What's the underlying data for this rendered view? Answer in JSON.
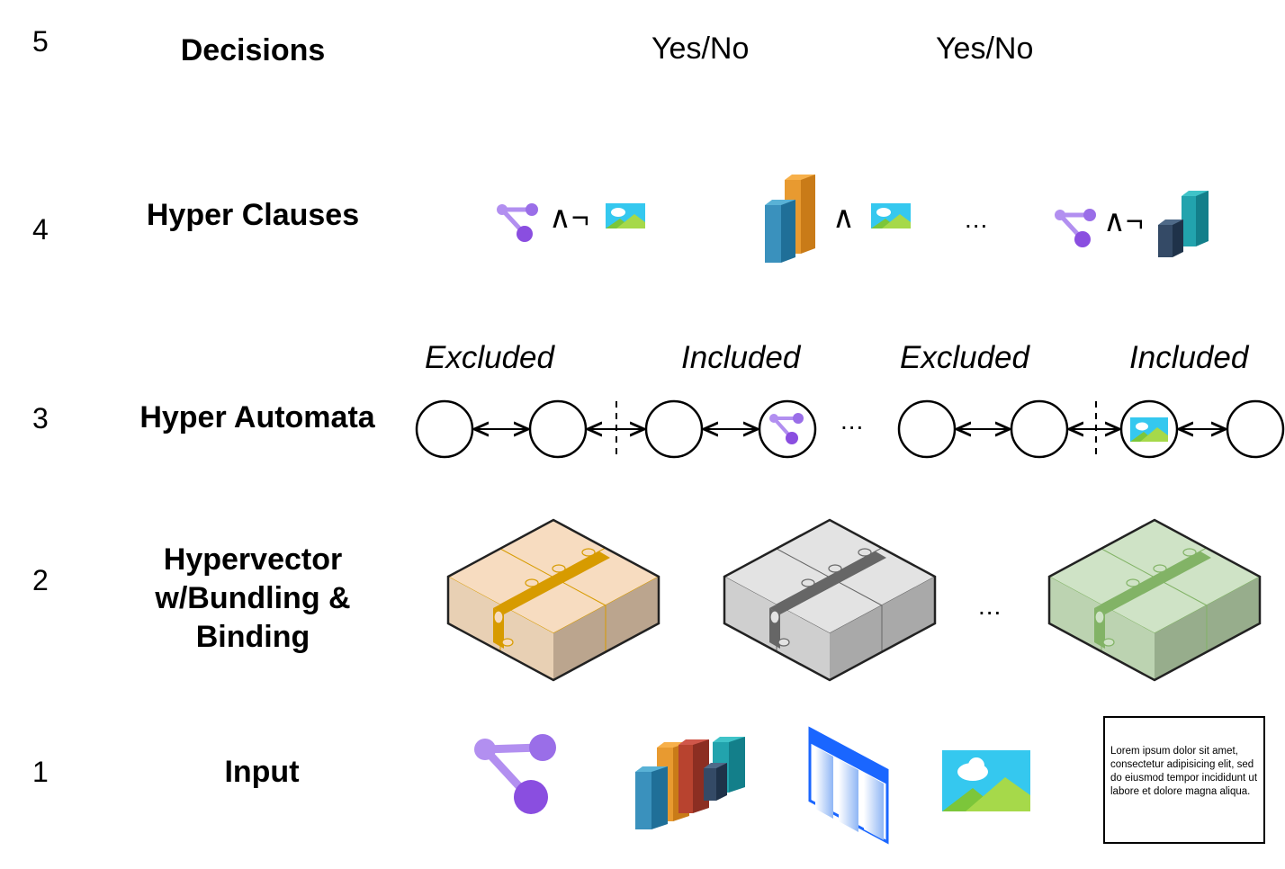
{
  "rows": [
    {
      "number": "5",
      "label": "Decisions"
    },
    {
      "number": "4",
      "label": "Hyper Clauses"
    },
    {
      "number": "3",
      "label": "Hyper Automata"
    },
    {
      "number": "2",
      "label": "Hypervector\nw/Bundling &\nBinding"
    },
    {
      "number": "1",
      "label": "Input"
    }
  ],
  "decisions": [
    "Yes/No",
    "Yes/No"
  ],
  "clauses": {
    "op1": "∧¬",
    "op2": "∧",
    "ellipsis": "...",
    "op3": "∧¬"
  },
  "automata": {
    "states": [
      "Excluded",
      "Included",
      "Excluded",
      "Included"
    ],
    "ellipsis": "..."
  },
  "hypervector": {
    "ellipsis": "...",
    "colors": [
      "#f7dcc0",
      "#e3e3e3",
      "#cfe3c6"
    ],
    "accents": [
      "#d79b00",
      "#666666",
      "#82b366"
    ]
  },
  "input": {
    "icons": [
      "graph-icon",
      "bar-chart-icon",
      "table-icon",
      "image-icon",
      "text-document"
    ],
    "lorem": "Lorem ipsum dolor sit amet, consectetur adipisicing elit, sed do eiusmod tempor incididunt ut labore et dolore magna aliqua."
  }
}
